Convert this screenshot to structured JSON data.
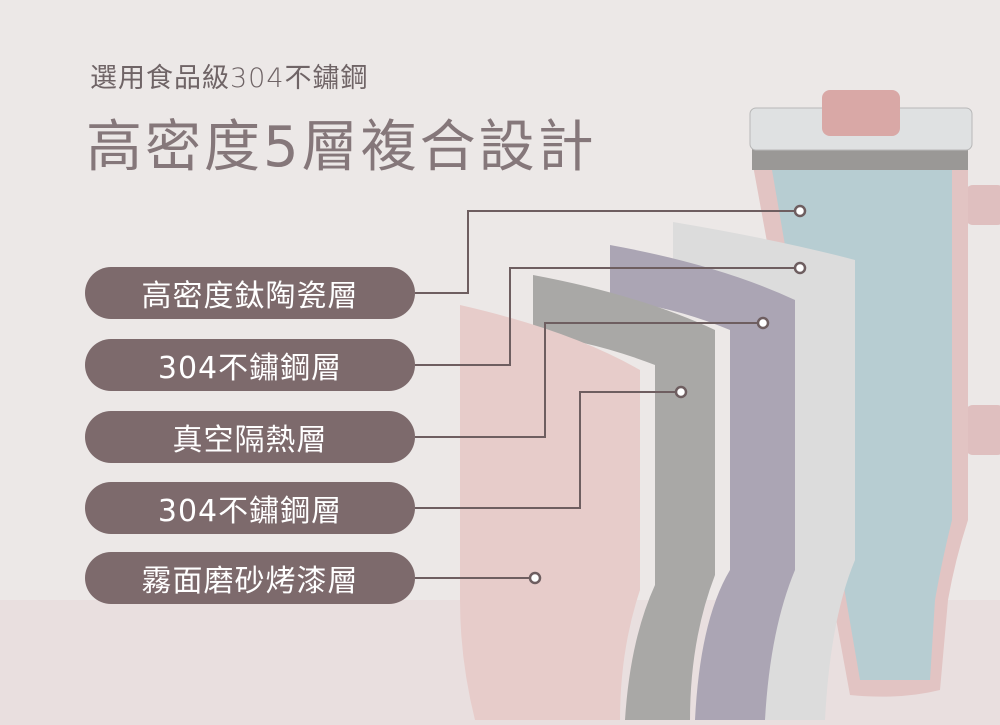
{
  "subtitle": "選用食品級304不鏽鋼",
  "title": "高密度5層複合設計",
  "layers": [
    {
      "label": "高密度鈦陶瓷層"
    },
    {
      "label": "304不鏽鋼層"
    },
    {
      "label": "真空隔熱層"
    },
    {
      "label": "304不鏽鋼層"
    },
    {
      "label": "霧面磨砂烤漆層"
    }
  ],
  "colors": {
    "pill": "#7d6a6c",
    "title": "#85777a",
    "pink": "#e6cccb"
  }
}
